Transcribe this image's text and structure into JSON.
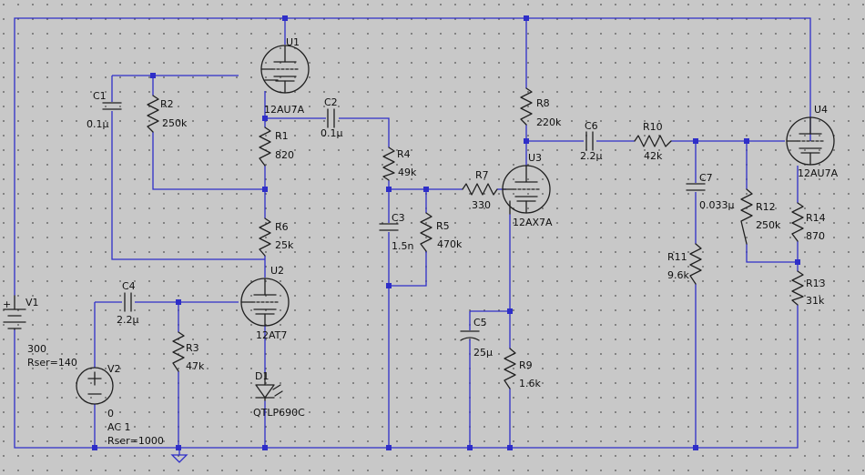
{
  "components": {
    "U1": {
      "ref": "U1",
      "value": "12AU7A"
    },
    "U2": {
      "ref": "U2",
      "value": "12AT7"
    },
    "U3": {
      "ref": "U3",
      "value": "12AX7A"
    },
    "U4": {
      "ref": "U4",
      "value": "12AU7A"
    },
    "R1": {
      "ref": "R1",
      "value": "820"
    },
    "R2": {
      "ref": "R2",
      "value": "250k"
    },
    "R3": {
      "ref": "R3",
      "value": "47k"
    },
    "R4": {
      "ref": "R4",
      "value": "49k"
    },
    "R5": {
      "ref": "R5",
      "value": "470k"
    },
    "R6": {
      "ref": "R6",
      "value": "25k"
    },
    "R7": {
      "ref": "R7",
      "value": "330"
    },
    "R8": {
      "ref": "R8",
      "value": "220k"
    },
    "R9": {
      "ref": "R9",
      "value": "1.6k"
    },
    "R10": {
      "ref": "R10",
      "value": "42k"
    },
    "R11": {
      "ref": "R11",
      "value": "9.6k"
    },
    "R12": {
      "ref": "R12",
      "value": "250k"
    },
    "R13": {
      "ref": "R13",
      "value": "31k"
    },
    "R14": {
      "ref": "R14",
      "value": "870"
    },
    "C1": {
      "ref": "C1",
      "value": "0.1µ"
    },
    "C2": {
      "ref": "C2",
      "value": "0.1µ"
    },
    "C3": {
      "ref": "C3",
      "value": "1.5n"
    },
    "C4": {
      "ref": "C4",
      "value": "2.2µ"
    },
    "C5": {
      "ref": "C5",
      "value": "25µ"
    },
    "C6": {
      "ref": "C6",
      "value": "2.2µ"
    },
    "C7": {
      "ref": "C7",
      "value": "0.033µ"
    },
    "D1": {
      "ref": "D1",
      "value": "QTLP690C"
    },
    "V1": {
      "ref": "V1",
      "value": "300",
      "param": "Rser=140"
    },
    "V2": {
      "ref": "V2",
      "value": "0",
      "param": "AC 1",
      "param2": "Rser=1000"
    }
  }
}
